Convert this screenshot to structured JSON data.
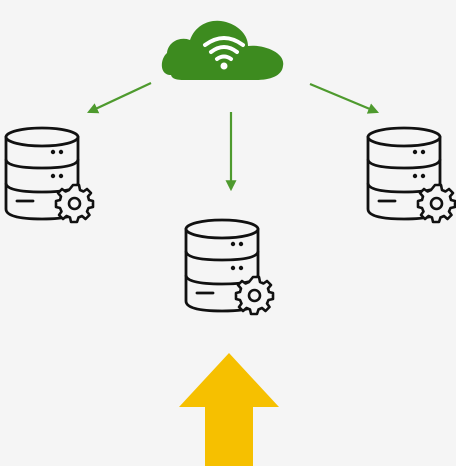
{
  "diagram": {
    "nodes": [
      {
        "id": "cloud",
        "icon": "wifi-cloud-icon",
        "color": "#3d8b1f"
      },
      {
        "id": "db-left",
        "icon": "database-gear-icon",
        "color": "#111111"
      },
      {
        "id": "db-center",
        "icon": "database-gear-icon",
        "color": "#111111"
      },
      {
        "id": "db-right",
        "icon": "database-gear-icon",
        "color": "#111111"
      },
      {
        "id": "upload",
        "icon": "up-arrow-icon",
        "color": "#f6c000"
      }
    ],
    "connections": [
      {
        "from": "cloud",
        "to": "db-left",
        "color": "#4e9a2e"
      },
      {
        "from": "cloud",
        "to": "db-center",
        "color": "#4e9a2e"
      },
      {
        "from": "cloud",
        "to": "db-right",
        "color": "#4e9a2e"
      }
    ],
    "colors": {
      "background": "#f5f5f5",
      "cloud": "#3d8b1f",
      "connector": "#4e9a2e",
      "stroke": "#111111",
      "arrow": "#f6c000"
    }
  }
}
